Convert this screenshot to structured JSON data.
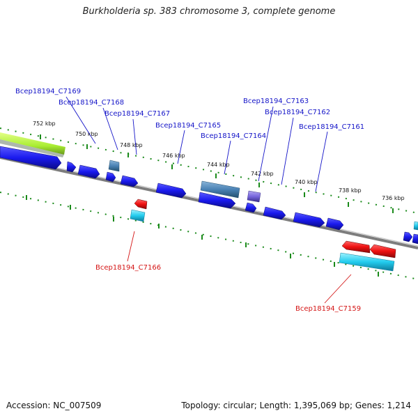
{
  "title": "Burkholderia sp. 383 chromosome 3, complete genome",
  "footer": {
    "accession": "Accession: NC_007509",
    "summary": "Topology: circular; Length: 1,395,069 bp; Genes: 1,214"
  },
  "colors": {
    "backbone": "#7d7d7d",
    "forward_gene": "#1a1aee",
    "reverse_gene": "#ee1111",
    "steelblue_gene": "#4a82b4",
    "cyan_gene": "#22ccee",
    "purple_gene": "#7766dd",
    "lime_band": "#aaee33",
    "tick": "#1a8a1a",
    "forward_label": "#1414c8",
    "reverse_label": "#d41414"
  },
  "ticks": [
    "752 kbp",
    "750 kbp",
    "748 kbp",
    "746 kbp",
    "744 kbp",
    "742 kbp",
    "740 kbp",
    "738 kbp",
    "736 kbp"
  ],
  "gene_labels": [
    {
      "text": "Bcep18194_C7169",
      "strand": "forward"
    },
    {
      "text": "Bcep18194_C7168",
      "strand": "forward"
    },
    {
      "text": "Bcep18194_C7167",
      "strand": "forward"
    },
    {
      "text": "Bcep18194_C7165",
      "strand": "forward"
    },
    {
      "text": "Bcep18194_C7164",
      "strand": "forward"
    },
    {
      "text": "Bcep18194_C7163",
      "strand": "forward"
    },
    {
      "text": "Bcep18194_C7162",
      "strand": "forward"
    },
    {
      "text": "Bcep18194_C7161",
      "strand": "forward"
    },
    {
      "text": "Bcep18194_C7166",
      "strand": "reverse"
    },
    {
      "text": "Bcep18194_C7159",
      "strand": "reverse"
    }
  ]
}
